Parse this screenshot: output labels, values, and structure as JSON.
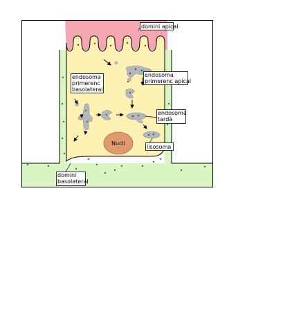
{
  "labels": {
    "apical_domain": "domini apical",
    "early_basolateral_endosome": [
      "endosoma",
      "primerenc",
      "basolateral"
    ],
    "early_apical_endosome": [
      "endosoma",
      "primerenc apical"
    ],
    "late_endosome": [
      "endosoma",
      "tardà"
    ],
    "lysosome": "lisosoma",
    "nucleus": "Nucli",
    "basolateral_domain": [
      "domini",
      "basolateral"
    ]
  },
  "colors": {
    "cytoplasm": "#fdf2b3",
    "apical_region": "#f4a7b2",
    "extracellular_basolateral": "#d9f5c4",
    "vesicle": "#b3b8bd",
    "nucleus": "#e09a6e",
    "cargo_green": "#1a8c3a",
    "cargo_red": "#c0203a"
  }
}
